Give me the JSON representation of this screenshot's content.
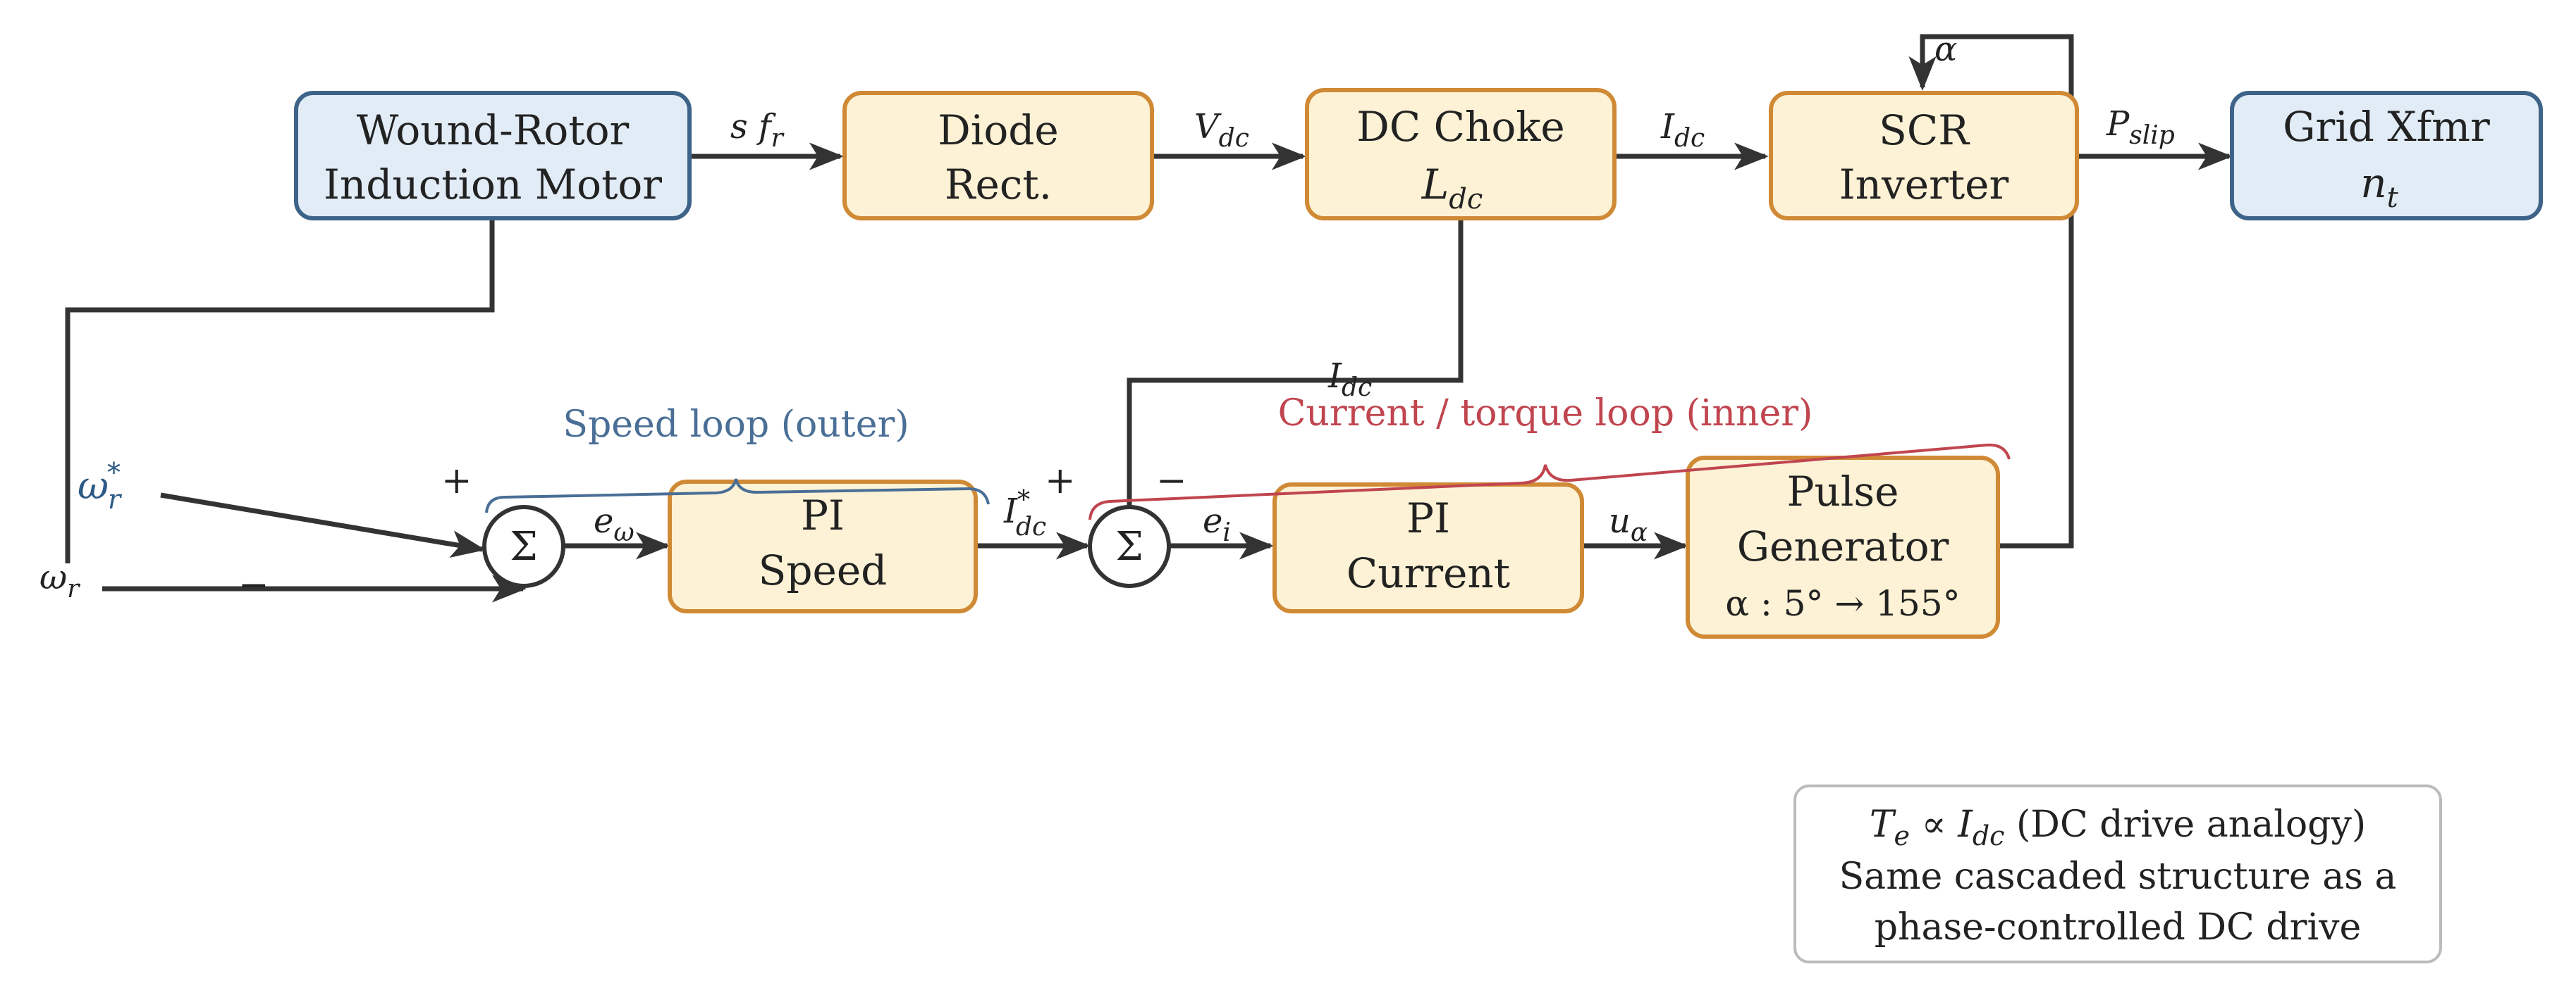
{
  "colors": {
    "plant_fill": "#e1ecf7",
    "plant_stroke": "#3e6388",
    "ctrl_fill": "#fdf2d5",
    "ctrl_stroke": "#d08a35",
    "wire": "#333333",
    "speed_loop": "#4a6f96",
    "current_loop": "#c0454f"
  },
  "blocks": {
    "motor": {
      "line1": "Wound-Rotor",
      "line2": "Induction Motor"
    },
    "rectifier": {
      "line1": "Diode",
      "line2": "Rect."
    },
    "choke": {
      "line1": "DC Choke",
      "line2_sym": "L",
      "line2_sub": "dc"
    },
    "inverter": {
      "line1": "SCR",
      "line2": "Inverter"
    },
    "grid": {
      "line1": "Grid Xfmr",
      "line2_sym": "n",
      "line2_sub": "t"
    },
    "pi_speed": {
      "line1": "PI",
      "line2": "Speed"
    },
    "pi_current": {
      "line1": "PI",
      "line2": "Current"
    },
    "pulse": {
      "line1": "Pulse",
      "line2": "Generator",
      "line3": "α : 5° → 155°"
    }
  },
  "summing_junctions": {
    "symbol": "Σ"
  },
  "signals": {
    "s_fr": {
      "sym": "s f",
      "sub": "r"
    },
    "v_dc": {
      "sym": "V",
      "sub": "dc"
    },
    "i_dc_top": {
      "sym": "I",
      "sub": "dc"
    },
    "p_slip": {
      "sym": "P",
      "sub": "slip"
    },
    "alpha": {
      "sym": "α"
    },
    "i_dc_feedback": {
      "sym": "I",
      "sub": "dc"
    },
    "omega_ref": {
      "sym": "ω",
      "sub": "r",
      "sup": "*"
    },
    "omega_r": {
      "sym": "ω",
      "sub": "r"
    },
    "e_omega": {
      "sym": "e",
      "sub": "ω"
    },
    "i_dc_ref": {
      "sym": "I",
      "sub": "dc",
      "sup": "*"
    },
    "e_i": {
      "sym": "e",
      "sub": "i"
    },
    "u_alpha": {
      "sym": "u",
      "sub": "α"
    }
  },
  "signs": {
    "speed_plus": "+",
    "speed_minus": "−",
    "current_plus": "+",
    "current_minus": "−"
  },
  "loops": {
    "speed": "Speed loop (outer)",
    "current": "Current / torque loop (inner)"
  },
  "note": {
    "line1_sym": "T",
    "line1_sub": "e",
    "line1_rest": " ∝ ",
    "line1_sym2": "I",
    "line1_sub2": "dc",
    "line1_tail": " (DC drive analogy)",
    "line2": "Same cascaded structure as a",
    "line3": "phase-controlled DC drive"
  }
}
